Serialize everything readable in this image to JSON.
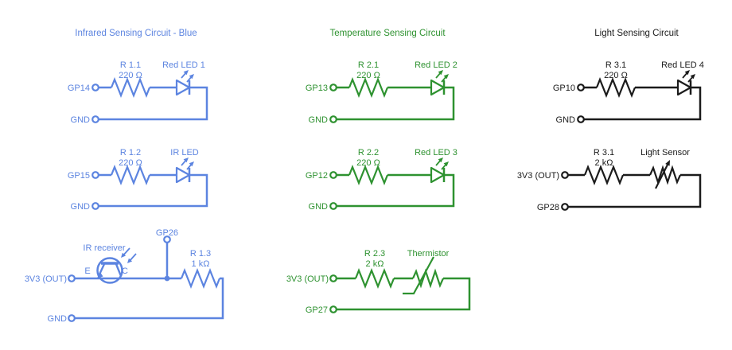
{
  "palette": {
    "blue": "#5C84E0",
    "green": "#2E9230",
    "black": "#1B1B1B",
    "background": "#FFFFFF"
  },
  "columns": [
    {
      "title": "Infrared Sensing Circuit - Blue",
      "color": "blue",
      "circuits": [
        {
          "input": "GP14",
          "resistor": "R 1.1",
          "resistance": "220 Ω",
          "component": "Red LED 1",
          "return": "GND"
        },
        {
          "input": "GP15",
          "resistor": "R 1.2",
          "resistance": "220 Ω",
          "component": "IR LED",
          "return": "GND"
        },
        {
          "input": "3V3 (OUT)",
          "component": "IR receiver",
          "emitter": "E",
          "collector": "C",
          "sense": "GP26",
          "resistor": "R 1.3",
          "resistance": "1 kΩ",
          "return": "GND"
        }
      ]
    },
    {
      "title": "Temperature Sensing Circuit",
      "color": "green",
      "circuits": [
        {
          "input": "GP13",
          "resistor": "R 2.1",
          "resistance": "220 Ω",
          "component": "Red LED 2",
          "return": "GND"
        },
        {
          "input": "GP12",
          "resistor": "R 2.2",
          "resistance": "220 Ω",
          "component": "Red LED 3",
          "return": "GND"
        },
        {
          "input": "3V3 (OUT)",
          "resistor": "R 2.3",
          "resistance": "2 kΩ",
          "component": "Thermistor",
          "return": "GP27"
        }
      ]
    },
    {
      "title": "Light Sensing Circuit",
      "color": "black",
      "circuits": [
        {
          "input": "GP10",
          "resistor": "R 3.1",
          "resistance": "220 Ω",
          "component": "Red LED 4",
          "return": "GND"
        },
        {
          "input": "3V3 (OUT)",
          "resistor": "R 3.1",
          "resistance": "2 kΩ",
          "component": "Light Sensor",
          "return": "GP28"
        }
      ]
    }
  ]
}
